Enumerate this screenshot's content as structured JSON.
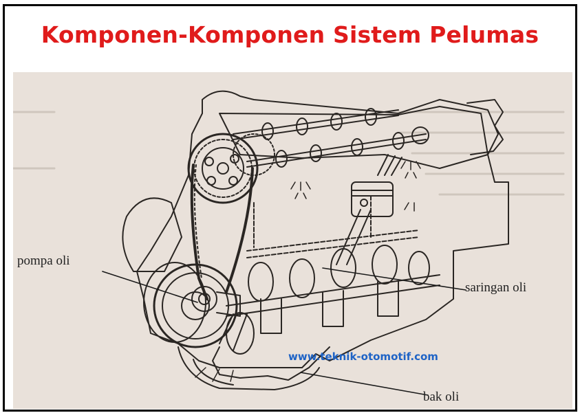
{
  "title": "Komponen-Komponen Sistem Pelumas",
  "labels": {
    "pump": "pompa oli",
    "filter": "saringan oli",
    "pan": "bak oli"
  },
  "watermark": "www.teknik-otomotif.com",
  "colors": {
    "title": "#e01b1b",
    "watermark": "#1e63c6",
    "paper": "#e9e1da",
    "ink": "#2a2623"
  }
}
